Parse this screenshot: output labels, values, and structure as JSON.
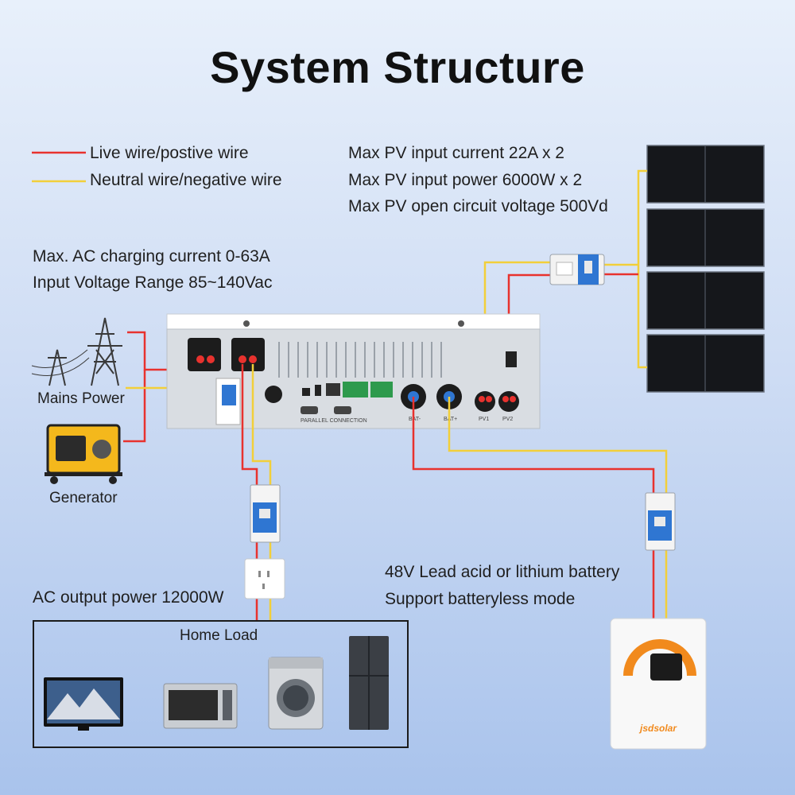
{
  "title": "System Structure",
  "legend": {
    "live": "Live wire/postive wire",
    "neutral": "Neutral wire/negative wire"
  },
  "pv_specs": [
    "Max PV input current 22A x 2",
    "Max PV input power 6000W x 2",
    "Max PV open circuit voltage 500Vd"
  ],
  "ac_specs": [
    "Max. AC charging current 0-63A",
    "Input Voltage Range 85~140Vac"
  ],
  "sources": {
    "mains": "Mains Power",
    "generator": "Generator"
  },
  "ac_output": "AC output power 12000W",
  "home_load": "Home Load",
  "battery_specs": [
    "48V Lead acid or lithium battery",
    "Support batteryless mode"
  ],
  "inverter_labels": {
    "parallel": "PARALLEL CONNECTION",
    "bat_neg": "BAT-",
    "bat_pos": "BAT+",
    "pv1": "PV1",
    "pv2": "PV2"
  },
  "battery_brand": "jsdsolar",
  "colors": {
    "live": "#e8322e",
    "neutral": "#f2cf3a"
  }
}
